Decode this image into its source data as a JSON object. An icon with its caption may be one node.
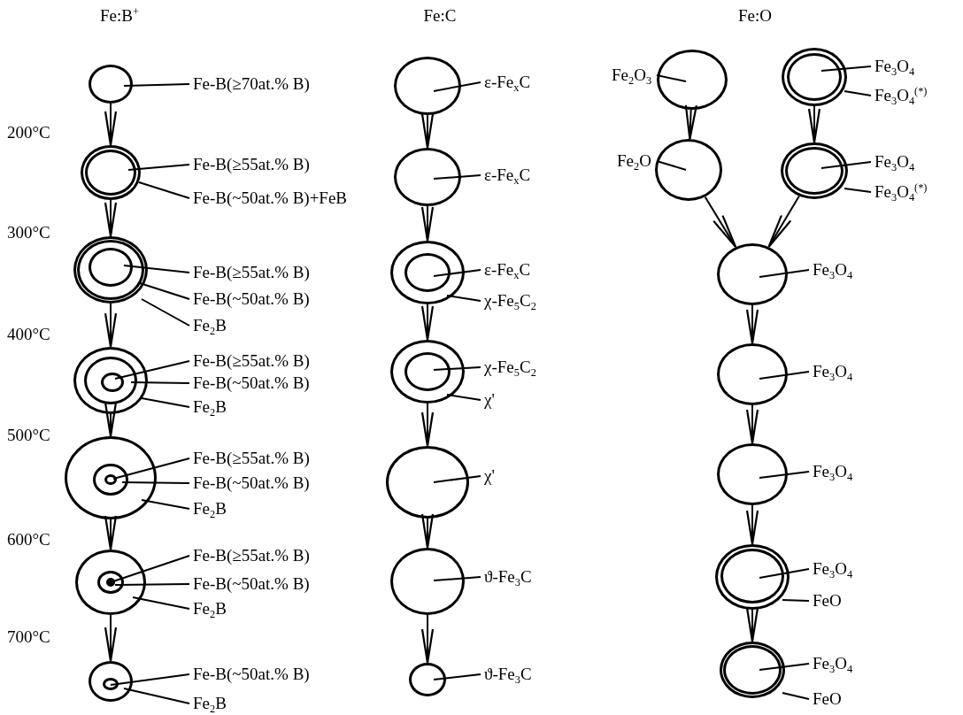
{
  "diagram": {
    "nodes": [
      {
        "text": [],
        "shape": "circle"
      },
      {
        "text": [
          "Fe-B(≥70at.% B)"
        ]
      },
      {
        "text": [],
        "shape": "circle"
      },
      {
        "text": [],
        "shape": "circle",
        "in": 2
      },
      {
        "text": [
          "Fe-B(≥55at.% B)"
        ]
      },
      {
        "text": [
          "Fe-B(~50at.% B)+FeB"
        ]
      },
      {
        "text": [],
        "shape": "circle"
      },
      {
        "text": [],
        "shape": "circle",
        "in": 6
      },
      {
        "text": [],
        "shape": "circle",
        "in": 7
      },
      {
        "text": [
          "Fe-B(≥55at.% B)"
        ]
      },
      {
        "text": [
          "Fe-B(~50at.% B)"
        ]
      },
      {
        "text": [
          "Fe$_{2}$B"
        ]
      },
      {
        "text": [],
        "shape": "circle"
      },
      {
        "text": [],
        "shape": "circle",
        "in": 12
      },
      {
        "text": [],
        "shape": "circle",
        "in": 13
      },
      {
        "text": [
          "Fe-B(≥55at.% B)"
        ]
      },
      {
        "text": [
          "Fe-B(~50at.% B)"
        ]
      },
      {
        "text": [
          "Fe$_{2}$B"
        ]
      },
      {
        "text": [],
        "shape": "circle"
      },
      {
        "text": [],
        "shape": "circle",
        "in": 18
      },
      {
        "text": [],
        "shape": "circle",
        "in": 19
      },
      {
        "text": [
          "Fe-B(≥55at.% B)"
        ]
      },
      {
        "text": [
          "Fe-B(~50at.% B)"
        ]
      },
      {
        "text": [
          "Fe$_{2}$B"
        ]
      },
      {
        "text": [],
        "shape": "circle"
      },
      {
        "text": [],
        "shape": "circle",
        "in": 24
      },
      {
        "text": [],
        "shape": "circle",
        "in": 25
      },
      {
        "text": [
          "Fe-B(≥55at.% B)"
        ]
      },
      {
        "text": [
          "Fe-B(~50at.% B)"
        ]
      },
      {
        "text": [
          "Fe$_{2}$B"
        ]
      },
      {
        "text": [],
        "shape": "circle"
      },
      {
        "text": [],
        "shape": "circle",
        "in": 30
      },
      {
        "text": [
          "Fe-B(~50at.% B)"
        ]
      },
      {
        "text": [
          "Fe$_{2}$B"
        ]
      },
      {
        "text": [],
        "shape": "circle"
      },
      {
        "text": [
          "ε-Fe$_{x}$C"
        ]
      },
      {
        "text": [],
        "shape": "circle"
      },
      {
        "text": [
          "ε-Fe$_{x}$C"
        ]
      },
      {
        "text": [],
        "shape": "circle"
      },
      {
        "text": [],
        "shape": "circle",
        "in": 38
      },
      {
        "text": [
          "ε-Fe$_{x}$C"
        ]
      },
      {
        "text": [
          "χ-Fe$_{5}$C$_{2}$"
        ]
      },
      {
        "text": [],
        "shape": "circle"
      },
      {
        "text": [],
        "shape": "circle",
        "in": 42
      },
      {
        "text": [
          "χ-Fe$_{5}$C$_{2}$"
        ]
      },
      {
        "text": [
          "χ'"
        ]
      },
      {
        "text": [],
        "shape": "circle"
      },
      {
        "text": [
          "χ'"
        ]
      },
      {
        "text": [],
        "shape": "circle"
      },
      {
        "text": [
          "ϑ-Fe$_{3}$C"
        ]
      },
      {
        "text": [],
        "shape": "circle"
      },
      {
        "text": [
          "ϑ-Fe$_{3}$C"
        ]
      },
      {
        "text": [],
        "shape": "circle"
      },
      {
        "text": [
          "Fe$_{2}$O$_{3}$"
        ]
      },
      {
        "text": [],
        "shape": "circle"
      },
      {
        "text": [],
        "shape": "circle",
        "in": 54
      },
      {
        "text": [
          "Fe$_{3}$O$_{4}$"
        ]
      },
      {
        "text": [
          "Fe$_{3}$O$_{4}$$^{(*)}$"
        ]
      },
      {
        "text": [],
        "shape": "circle"
      },
      {
        "text": [
          "Fe$_{2}$O"
        ]
      },
      {
        "text": [],
        "shape": "circle"
      },
      {
        "text": [],
        "shape": "circle",
        "in": 60
      },
      {
        "text": [
          "Fe$_{3}$O$_{4}$"
        ]
      },
      {
        "text": [
          "Fe$_{3}$O$_{4}$$^{(*)}$"
        ]
      },
      {
        "text": [],
        "shape": "circle"
      },
      {
        "text": [
          "Fe$_{3}$O$_{4}$"
        ]
      },
      {
        "text": [],
        "shape": "circle"
      },
      {
        "text": [
          "Fe$_{3}$O$_{4}$"
        ]
      },
      {
        "text": [],
        "shape": "circle"
      },
      {
        "text": [
          "Fe$_{3}$O$_{4}$"
        ]
      },
      {
        "text": [],
        "shape": "circle"
      },
      {
        "text": [],
        "shape": "circle",
        "in": 70
      },
      {
        "text": [
          "Fe$_{3}$O$_{4}$"
        ]
      },
      {
        "text": [
          "FeO"
        ]
      },
      {
        "text": [],
        "shape": "circle"
      },
      {
        "text": [],
        "shape": "circle",
        "in": 74
      },
      {
        "text": [
          "Fe$_{3}$O$_{4}$"
        ]
      },
      {
        "text": [
          "FeO"
        ]
      }
    ],
    "edges": [
      {
        "from": 0,
        "to": 2,
        "arrow": "to"
      },
      {
        "from": 2,
        "to": 6,
        "arrow": "to"
      },
      {
        "from": 6,
        "to": 12,
        "arrow": "to"
      },
      {
        "from": 12,
        "to": 18,
        "arrow": "to"
      },
      {
        "from": 18,
        "to": 24,
        "arrow": "to"
      },
      {
        "from": 24,
        "to": 30,
        "arrow": "to"
      },
      {
        "from": 34,
        "to": 36,
        "arrow": "to"
      },
      {
        "from": 36,
        "to": 38,
        "arrow": "to"
      },
      {
        "from": 38,
        "to": 42,
        "arrow": "to"
      },
      {
        "from": 42,
        "to": 46,
        "arrow": "to"
      },
      {
        "from": 46,
        "to": 48,
        "arrow": "to"
      },
      {
        "from": 48,
        "to": 50,
        "arrow": "to"
      },
      {
        "from": 52,
        "to": 58,
        "arrow": "to"
      },
      {
        "from": 54,
        "to": 60,
        "arrow": "to"
      },
      {
        "from": 58,
        "to": 64,
        "arrow": "to"
      },
      {
        "from": 60,
        "to": 64,
        "arrow": "to"
      },
      {
        "from": 64,
        "to": 66,
        "arrow": "to"
      },
      {
        "from": 66,
        "to": 68,
        "arrow": "to"
      },
      {
        "from": 68,
        "to": 70,
        "arrow": "to"
      },
      {
        "from": 70,
        "to": 74,
        "arrow": "to"
      },
      {
        "from": 1,
        "to": 0,
        "arrow": "none"
      },
      {
        "from": 4,
        "to": 3,
        "arrow": "none"
      },
      {
        "from": 5,
        "to": 2,
        "arrow": "none"
      },
      {
        "from": 9,
        "to": 8,
        "arrow": "none"
      },
      {
        "from": 10,
        "to": 7,
        "arrow": "none"
      },
      {
        "from": 11,
        "to": 6,
        "arrow": "none"
      },
      {
        "from": 15,
        "to": 14,
        "arrow": "none"
      },
      {
        "from": 16,
        "to": 13,
        "arrow": "none"
      },
      {
        "from": 17,
        "to": 12,
        "arrow": "none"
      },
      {
        "from": 21,
        "to": 20,
        "arrow": "none"
      },
      {
        "from": 22,
        "to": 19,
        "arrow": "none"
      },
      {
        "from": 23,
        "to": 18,
        "arrow": "none"
      },
      {
        "from": 27,
        "to": 26,
        "arrow": "none"
      },
      {
        "from": 28,
        "to": 25,
        "arrow": "none"
      },
      {
        "from": 29,
        "to": 24,
        "arrow": "none"
      },
      {
        "from": 32,
        "to": 31,
        "arrow": "none"
      },
      {
        "from": 33,
        "to": 30,
        "arrow": "none"
      },
      {
        "from": 35,
        "to": 34,
        "arrow": "none"
      },
      {
        "from": 37,
        "to": 36,
        "arrow": "none"
      },
      {
        "from": 40,
        "to": 39,
        "arrow": "none"
      },
      {
        "from": 41,
        "to": 38,
        "arrow": "none"
      },
      {
        "from": 44,
        "to": 43,
        "arrow": "none"
      },
      {
        "from": 45,
        "to": 42,
        "arrow": "none"
      },
      {
        "from": 47,
        "to": 46,
        "arrow": "none"
      },
      {
        "from": 49,
        "to": 48,
        "arrow": "none"
      },
      {
        "from": 51,
        "to": 50,
        "arrow": "none"
      },
      {
        "from": 53,
        "to": 52,
        "arrow": "none"
      },
      {
        "from": 56,
        "to": 55,
        "arrow": "none"
      },
      {
        "from": 57,
        "to": 54,
        "arrow": "none"
      },
      {
        "from": 59,
        "to": 58,
        "arrow": "none"
      },
      {
        "from": 62,
        "to": 61,
        "arrow": "none"
      },
      {
        "from": 63,
        "to": 60,
        "arrow": "none"
      },
      {
        "from": 65,
        "to": 64,
        "arrow": "none"
      },
      {
        "from": 67,
        "to": 66,
        "arrow": "none"
      },
      {
        "from": 69,
        "to": 68,
        "arrow": "none"
      },
      {
        "from": 72,
        "to": 71,
        "arrow": "none"
      },
      {
        "from": 73,
        "to": 70,
        "arrow": "none"
      },
      {
        "from": 76,
        "to": 75,
        "arrow": "none"
      },
      {
        "from": 77,
        "to": 74,
        "arrow": "none"
      }
    ],
    "labels": [
      "Fe:B$^{+}$",
      "Fe:C",
      "Fe:O",
      "200°C",
      "300°C",
      "400°C",
      "500°C",
      "600°C",
      "700°C"
    ]
  }
}
